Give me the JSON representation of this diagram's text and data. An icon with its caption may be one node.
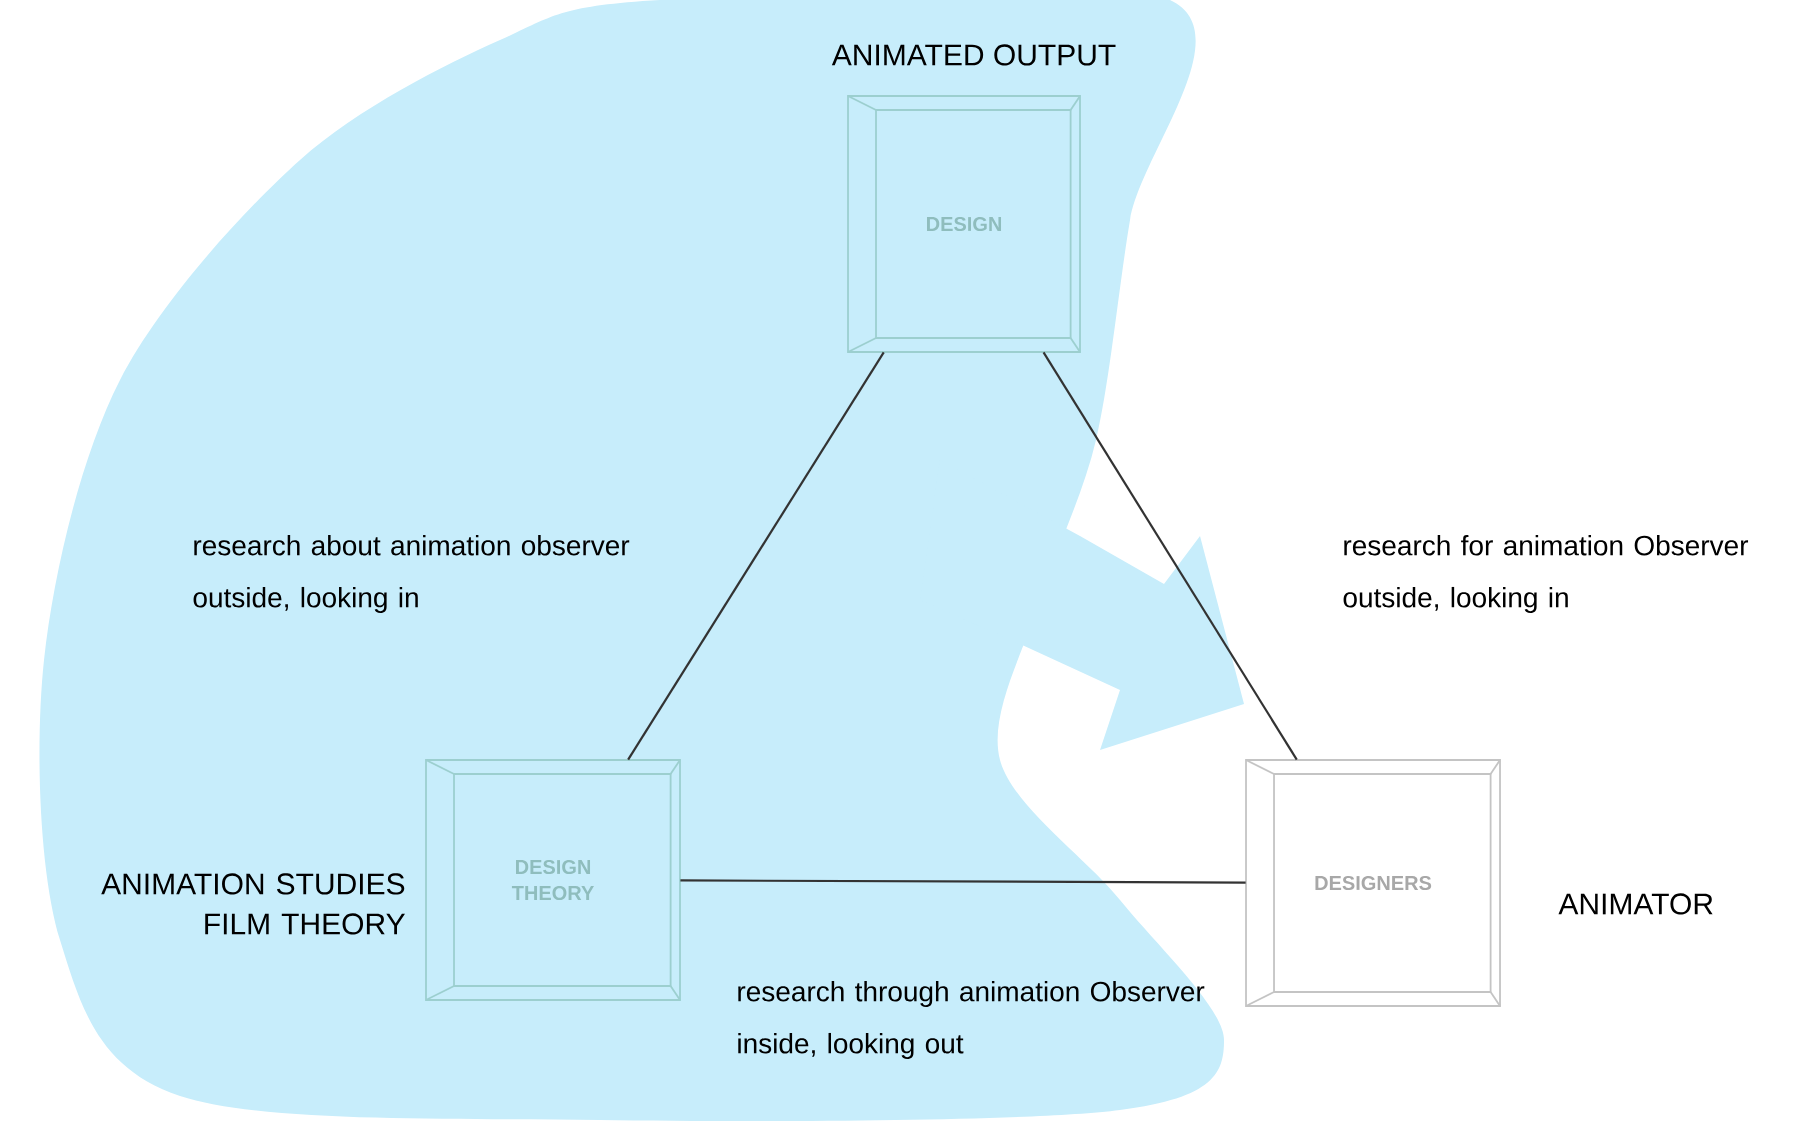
{
  "diagram": {
    "nodes": [
      {
        "text": [
          "DESIGN"
        ],
        "beside": [
          "ANIMATED OUTPUT"
        ]
      },
      {
        "text": [
          "DESIGN THEORY"
        ],
        "beside": [
          "ANIMATION STUDIES FILM THEORY"
        ]
      },
      {
        "text": [
          "DESIGNERS"
        ],
        "beside": [
          "ANIMATOR"
        ]
      }
    ],
    "edges": [
      {
        "from": 0,
        "to": 1,
        "arrow": "none",
        "label": "research about animation observer outside, looking in"
      },
      {
        "from": 0,
        "to": 2,
        "arrow": "none",
        "label": "research for animation Observer outside, looking in"
      },
      {
        "from": 1,
        "to": 2,
        "arrow": "none",
        "label": "research through animation Observer inside, looking out"
      }
    ]
  }
}
